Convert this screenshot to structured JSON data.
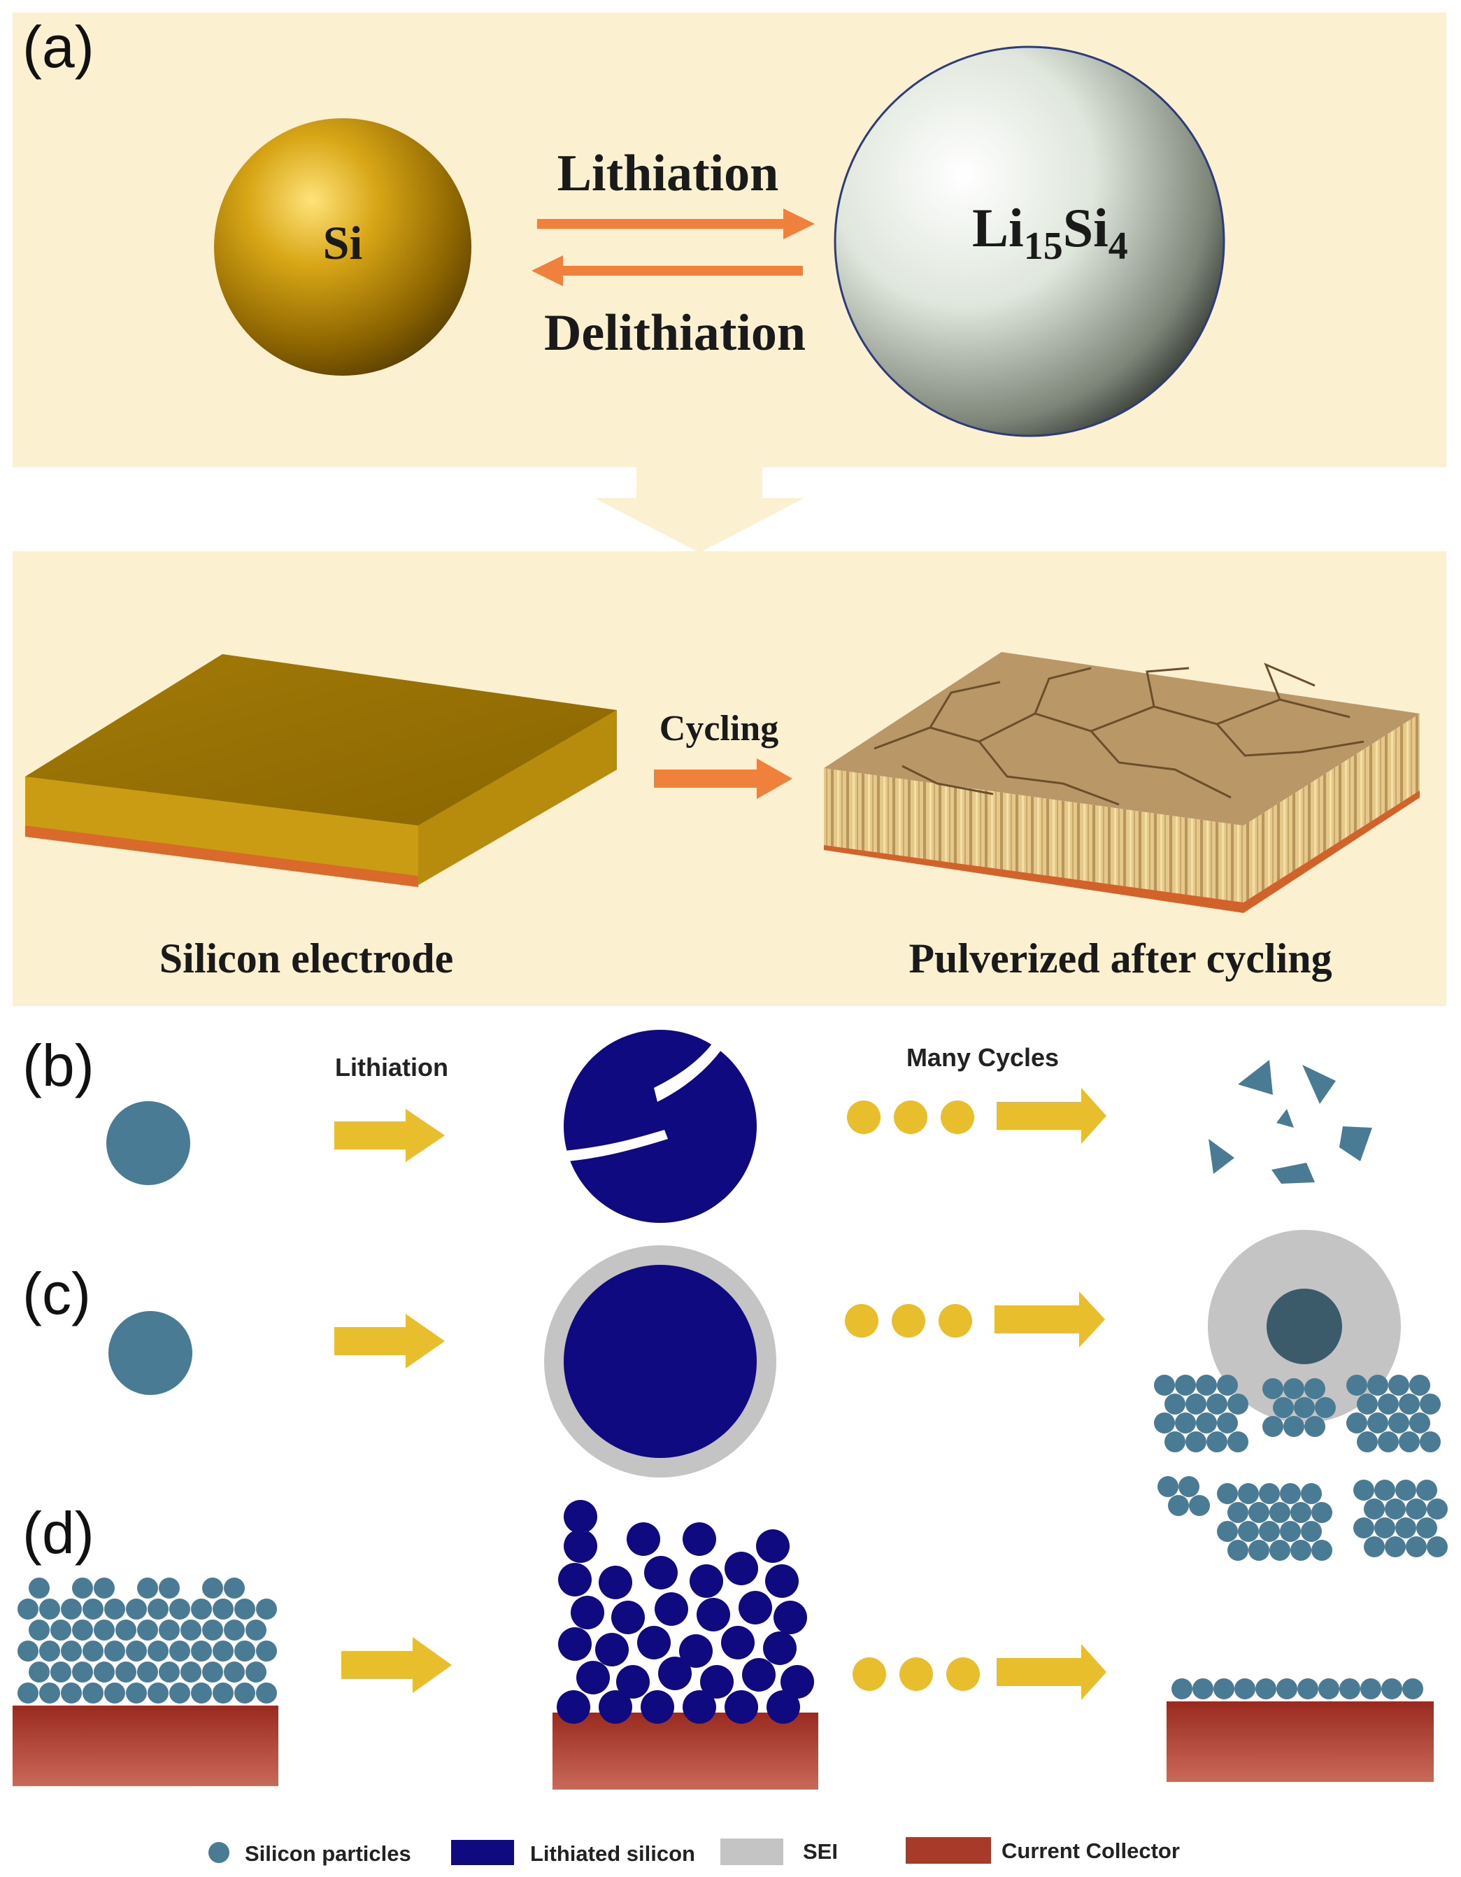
{
  "panels": {
    "a": {
      "label": "(a)",
      "si_sphere_label": "Si",
      "lithiated_base": "Li",
      "lithiated_sub1": "15",
      "lithiated_mid": "Si",
      "lithiated_sub2": "4",
      "forward_label": "Lithiation",
      "reverse_label": "Delithiation",
      "cycling_label": "Cycling",
      "electrode_caption": "Silicon electrode",
      "pulverized_caption": "Pulverized after cycling"
    },
    "b": {
      "label": "(b)",
      "step1_label": "Lithiation",
      "step2_label": "Many Cycles"
    },
    "c": {
      "label": "(c)"
    },
    "d": {
      "label": "(d)"
    }
  },
  "legend": [
    {
      "name": "Silicon particles",
      "color": "#4a7b94",
      "shape": "circle"
    },
    {
      "name": "Lithiated silicon",
      "color": "#0f0a7f",
      "shape": "rect"
    },
    {
      "name": "SEI",
      "color": "#c4c4c4",
      "shape": "rect"
    },
    {
      "name": "Current Collector",
      "color": "#a83a2a",
      "shape": "rect"
    }
  ],
  "colors": {
    "panel_bg": "#fbf0d0",
    "silicon_gold": "#c8960a",
    "arrow_orange": "#f0813c",
    "arrow_yellow": "#e8be2c",
    "silicon_particle": "#4a7b94",
    "lithiated": "#0f0a7f",
    "sei": "#c4c4c4",
    "collector": "#a83a2a"
  }
}
